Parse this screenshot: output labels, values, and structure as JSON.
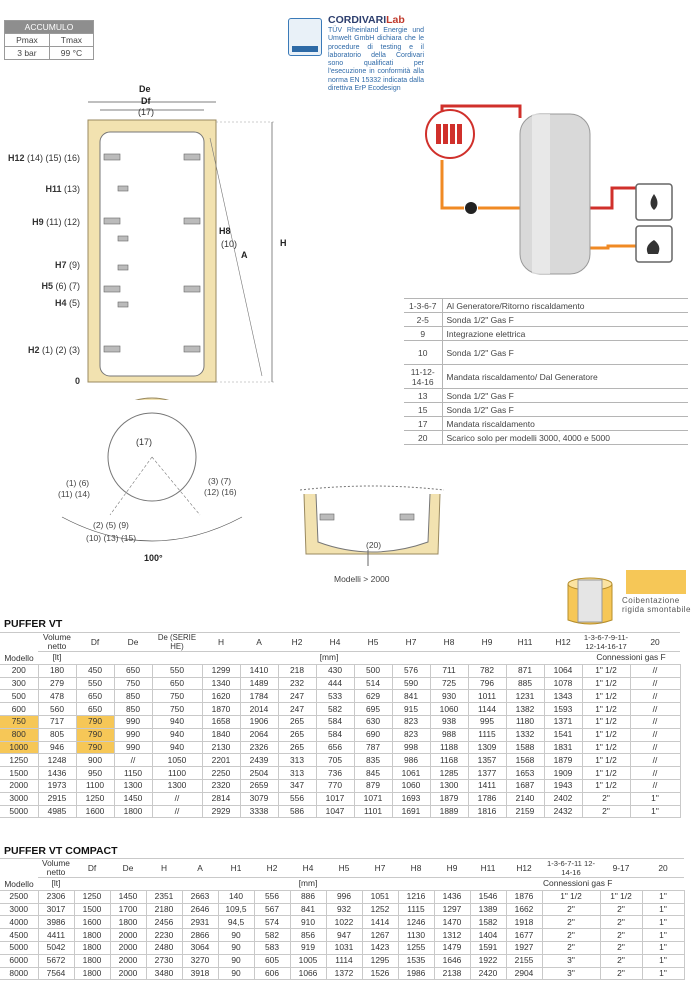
{
  "accumulo": {
    "title": "ACCUMULO",
    "headers": [
      "Pmax",
      "Tmax"
    ],
    "values": [
      "3 bar",
      "99 °C"
    ]
  },
  "certification": {
    "brand_main": "CORDIVARI",
    "brand_accent": "Lab",
    "text": "TÜV Rheinland Energie und Umwelt GmbH dichiara che le procedure di testing e il laboratorio della Cordivari sono qualificati per l'esecuzione in conformità alla norma EN 15332 indicata dalla direttiva ErP Ecodesign"
  },
  "diagram": {
    "dims": {
      "de": "De",
      "df": "Df",
      "top": "(17)",
      "h8": "H8",
      "h8b": "(10)",
      "a": "A",
      "h": "H"
    },
    "left_labels": [
      {
        "b": "H12",
        "t": " (14) (15) (16)"
      },
      {
        "b": "H11",
        "t": " (13)"
      },
      {
        "b": "H9",
        "t": " (11) (12)"
      },
      {
        "b": "H7",
        "t": " (9)"
      },
      {
        "b": "H5",
        "t": " (6) (7)"
      },
      {
        "b": "H4",
        "t": " (5)"
      },
      {
        "b": "H2",
        "t": " (1) (2) (3)"
      },
      {
        "b": "0",
        "t": ""
      }
    ],
    "plan": {
      "center": "(17)",
      "left1": "(1) (6)",
      "left2": "(11) (14)",
      "right1": "(3) (7)",
      "right2": "(12) (16)",
      "bottom1": "(2) (5) (9)",
      "bottom2": "(10) (13) (15)",
      "angle": "100°"
    },
    "detail_label": "(20)",
    "detail_caption": "Modelli > 2000",
    "coibentazione": "Coibentazione rigida smontabile"
  },
  "legend": [
    {
      "k": "1-3-6-7",
      "v": "Al Generatore/Ritorno riscaldamento",
      "tall": false
    },
    {
      "k": "2-5",
      "v": "Sonda 1/2\" Gas F",
      "tall": false
    },
    {
      "k": "9",
      "v": "Integrazione elettrica",
      "tall": false
    },
    {
      "k": "10",
      "v": "Sonda 1/2\" Gas F",
      "tall": true
    },
    {
      "k": "11-12-14-16",
      "v": "Mandata riscaldamento/ Dal Generatore",
      "tall": true
    },
    {
      "k": "13",
      "v": "Sonda 1/2\" Gas F",
      "tall": false
    },
    {
      "k": "15",
      "v": "Sonda 1/2\" Gas F",
      "tall": false
    },
    {
      "k": "17",
      "v": "Mandata riscaldamento",
      "tall": false
    },
    {
      "k": "20",
      "v": "Scarico solo per modelli 3000, 4000 e 5000",
      "tall": false
    }
  ],
  "puffer_vt": {
    "title": "PUFFER VT",
    "header": [
      "Modello",
      "Volume netto",
      "Df",
      "De",
      "De (SERIE HE)",
      "H",
      "A",
      "H2",
      "H4",
      "H5",
      "H7",
      "H8",
      "H9",
      "H11",
      "H12",
      "1-3-6-7-9-11-12-14-16-17",
      "20"
    ],
    "unit_lt": "[lt]",
    "unit_mm": "[mm]",
    "unit_conn": "Connessioni gas F",
    "rows": [
      [
        "200",
        "180",
        "450",
        "650",
        "550",
        "1299",
        "1410",
        "218",
        "430",
        "500",
        "576",
        "711",
        "782",
        "871",
        "1064",
        "1\" 1/2",
        "//"
      ],
      [
        "300",
        "279",
        "550",
        "750",
        "650",
        "1340",
        "1489",
        "232",
        "444",
        "514",
        "590",
        "725",
        "796",
        "885",
        "1078",
        "1\" 1/2",
        "//"
      ],
      [
        "500",
        "478",
        "650",
        "850",
        "750",
        "1620",
        "1784",
        "247",
        "533",
        "629",
        "841",
        "930",
        "1011",
        "1231",
        "1343",
        "1\" 1/2",
        "//"
      ],
      [
        "600",
        "560",
        "650",
        "850",
        "750",
        "1870",
        "2014",
        "247",
        "582",
        "695",
        "915",
        "1060",
        "1144",
        "1382",
        "1593",
        "1\" 1/2",
        "//"
      ],
      [
        "750",
        "717",
        "790",
        "990",
        "940",
        "1658",
        "1906",
        "265",
        "584",
        "630",
        "823",
        "938",
        "995",
        "1180",
        "1371",
        "1\" 1/2",
        "//"
      ],
      [
        "800",
        "805",
        "790",
        "990",
        "940",
        "1840",
        "2064",
        "265",
        "584",
        "690",
        "823",
        "988",
        "1115",
        "1332",
        "1541",
        "1\" 1/2",
        "//"
      ],
      [
        "1000",
        "946",
        "790",
        "990",
        "940",
        "2130",
        "2326",
        "265",
        "656",
        "787",
        "998",
        "1188",
        "1309",
        "1588",
        "1831",
        "1\" 1/2",
        "//"
      ],
      [
        "1250",
        "1248",
        "900",
        "//",
        "1050",
        "2201",
        "2439",
        "313",
        "705",
        "835",
        "986",
        "1168",
        "1357",
        "1568",
        "1879",
        "1\" 1/2",
        "//"
      ],
      [
        "1500",
        "1436",
        "950",
        "1150",
        "1100",
        "2250",
        "2504",
        "313",
        "736",
        "845",
        "1061",
        "1285",
        "1377",
        "1653",
        "1909",
        "1\" 1/2",
        "//"
      ],
      [
        "2000",
        "1973",
        "1100",
        "1300",
        "1300",
        "2320",
        "2659",
        "347",
        "770",
        "879",
        "1060",
        "1300",
        "1411",
        "1687",
        "1943",
        "1\" 1/2",
        "//"
      ],
      [
        "3000",
        "2915",
        "1250",
        "1450",
        "//",
        "2814",
        "3079",
        "556",
        "1017",
        "1071",
        "1693",
        "1879",
        "1786",
        "2140",
        "2402",
        "2\"",
        "1\""
      ],
      [
        "5000",
        "4985",
        "1600",
        "1800",
        "//",
        "2929",
        "3338",
        "586",
        "1047",
        "1101",
        "1691",
        "1889",
        "1816",
        "2159",
        "2432",
        "2\"",
        "1\""
      ]
    ]
  },
  "puffer_vt_compact": {
    "title": "PUFFER VT COMPACT",
    "header": [
      "Modello",
      "Volume netto",
      "Df",
      "De",
      "H",
      "A",
      "H1",
      "H2",
      "H4",
      "H5",
      "H7",
      "H8",
      "H9",
      "H11",
      "H12",
      "1-3-6-7-11 12-14-16",
      "9-17",
      "20"
    ],
    "unit_lt": "[lt]",
    "unit_mm": "[mm]",
    "unit_conn": "Connessioni gas F",
    "rows": [
      [
        "2500",
        "2306",
        "1250",
        "1450",
        "2351",
        "2663",
        "140",
        "556",
        "886",
        "996",
        "1051",
        "1216",
        "1436",
        "1546",
        "1876",
        "1\" 1/2",
        "1\" 1/2",
        "1\""
      ],
      [
        "3000",
        "3017",
        "1500",
        "1700",
        "2180",
        "2646",
        "109,5",
        "567",
        "841",
        "932",
        "1252",
        "1115",
        "1297",
        "1389",
        "1662",
        "2\"",
        "2\"",
        "1\""
      ],
      [
        "4000",
        "3986",
        "1600",
        "1800",
        "2456",
        "2931",
        "94,5",
        "574",
        "910",
        "1022",
        "1414",
        "1246",
        "1470",
        "1582",
        "1918",
        "2\"",
        "2\"",
        "1\""
      ],
      [
        "4500",
        "4411",
        "1800",
        "2000",
        "2230",
        "2866",
        "90",
        "582",
        "856",
        "947",
        "1267",
        "1130",
        "1312",
        "1404",
        "1677",
        "2\"",
        "2\"",
        "1\""
      ],
      [
        "5000",
        "5042",
        "1800",
        "2000",
        "2480",
        "3064",
        "90",
        "583",
        "919",
        "1031",
        "1423",
        "1255",
        "1479",
        "1591",
        "1927",
        "2\"",
        "2\"",
        "1\""
      ],
      [
        "6000",
        "5672",
        "1800",
        "2000",
        "2730",
        "3270",
        "90",
        "605",
        "1005",
        "1114",
        "1295",
        "1535",
        "1646",
        "1922",
        "2155",
        "3\"",
        "2\"",
        "1\""
      ],
      [
        "8000",
        "7564",
        "1800",
        "2000",
        "3480",
        "3918",
        "90",
        "606",
        "1066",
        "1372",
        "1526",
        "1986",
        "2138",
        "2420",
        "2904",
        "3\"",
        "2\"",
        "1\""
      ]
    ]
  }
}
